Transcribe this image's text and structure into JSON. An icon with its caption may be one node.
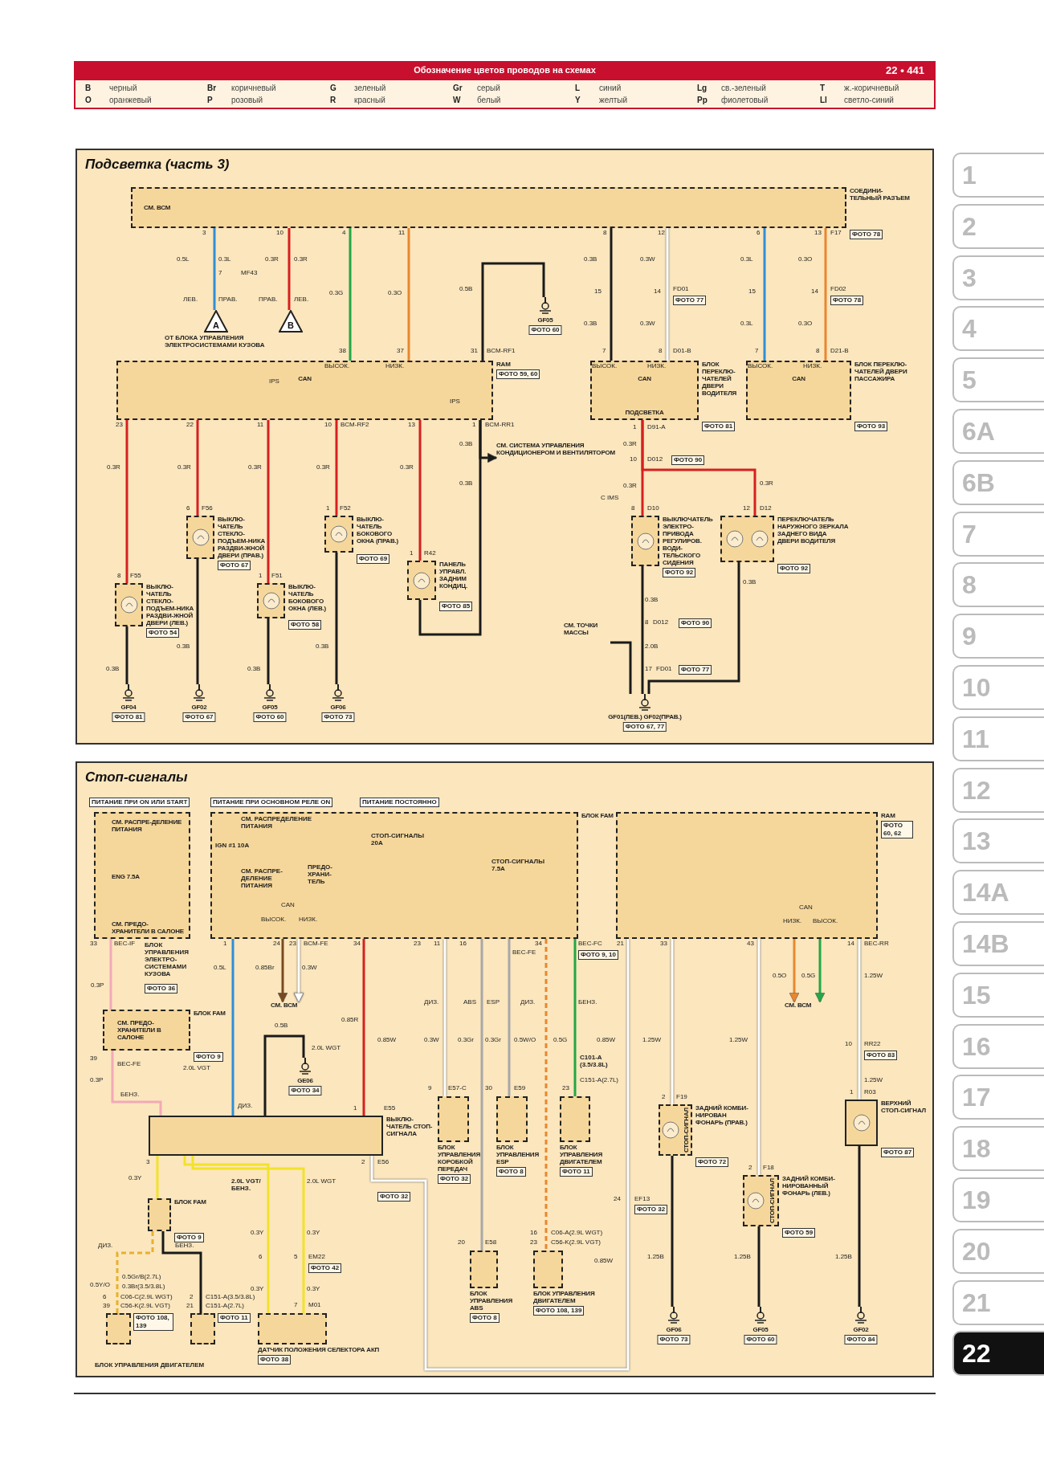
{
  "diagram": {
    "nodes": [
      {
        "text": [
          "Обозначение цветов проводов на схемах",
          "22 • 441"
        ]
      },
      {
        "text": [
          "Подсветка (часть 3)"
        ]
      },
      {
        "text": [
          "СМ. ВСМ",
          "СОЕДИНИ-ТЕЛЬНЫЙ РАЗЪЕМ"
        ],
        "beside": [
          "ФОТО 78"
        ],
        "in": 1
      },
      {
        "text": [
          "A"
        ],
        "in": 1
      },
      {
        "text": [
          "B"
        ],
        "in": 1
      },
      {
        "text": [
          "GF05"
        ],
        "beside": [
          "ФОТО 60"
        ],
        "in": 1
      },
      {
        "text": [
          "CAN",
          "RAM",
          "ФОТО 59, 60"
        ],
        "in": 1
      },
      {
        "text": [
          "CAN",
          "ПОДСВЕТКА",
          "БЛОК ПЕРЕКЛЮ-ЧАТЕЛЕЙ ДВЕРИ ВОДИТЕЛЯ"
        ],
        "beside": [
          "ФОТО 81"
        ],
        "in": 1
      },
      {
        "text": [
          "CAN",
          "БЛОК ПЕРЕКЛЮ-ЧАТЕЛЕЙ ДВЕРИ ПАССАЖИРА"
        ],
        "beside": [
          "ФОТО 93"
        ],
        "in": 1
      },
      {
        "text": [
          "СМ. СИСТЕМА УПРАВЛЕНИЯ КОНДИЦИОНЕРОМ И ВЕНТИЛЯТОРОМ"
        ],
        "in": 1
      },
      {
        "text": [
          "ВЫКЛЮ-ЧАТЕЛЬ СТЕКЛО-ПОДЪЕМ-НИКА РАЗДВИ-ЖНОЙ ДВЕРИ (ЛЕВ.)"
        ],
        "beside": [
          "ФОТО 54"
        ],
        "in": 1
      },
      {
        "text": [
          "ВЫКЛЮ-ЧАТЕЛЬ СТЕКЛО-ПОДЪЕМ-НИКА РАЗДВИ-ЖНОЙ ДВЕРИ (ПРАВ.)"
        ],
        "beside": [
          "ФОТО 67"
        ],
        "in": 1
      },
      {
        "text": [
          "ВЫКЛЮ-ЧАТЕЛЬ БОКОВОГО ОКНА (ЛЕВ.)"
        ],
        "beside": [
          "ФОТО 58"
        ],
        "in": 1
      },
      {
        "text": [
          "ВЫКЛЮ-ЧАТЕЛЬ БОКОВОГО ОКНА (ПРАВ.)"
        ],
        "beside": [
          "ФОТО 69"
        ],
        "in": 1
      },
      {
        "text": [
          "ПАНЕЛЬ УПРАВЛ. ЗАДНИМ КОНДИЦ."
        ],
        "beside": [
          "ФОТО 85"
        ],
        "in": 1
      },
      {
        "text": [
          "ВЫКЛЮЧАТЕЛЬ ЭЛЕКТРО-ПРИВОДА РЕГУЛИРОВ. ВОДИ-ТЕЛЬСКОГО СИДЕНИЯ"
        ],
        "beside": [
          "ФОТО 92"
        ],
        "in": 1
      },
      {
        "text": [
          "ПЕРЕКЛЮЧАТЕЛЬ НАРУЖНОГО ЗЕРКАЛА ЗАДНЕГО ВИДА ДВЕРИ ВОДИТЕЛЯ"
        ],
        "beside": [
          "ФОТО 92"
        ],
        "in": 1
      },
      {
        "text": [
          "СМ. ТОЧКИ МАССЫ"
        ],
        "in": 1
      },
      {
        "text": [
          "GF04"
        ],
        "beside": [
          "ФОТО 81"
        ],
        "in": 1
      },
      {
        "text": [
          "GF02"
        ],
        "beside": [
          "ФОТО 67"
        ],
        "in": 1
      },
      {
        "text": [
          "GF05"
        ],
        "beside": [
          "ФОТО 60"
        ],
        "in": 1
      },
      {
        "text": [
          "GF06"
        ],
        "beside": [
          "ФОТО 73"
        ],
        "in": 1
      },
      {
        "text": [
          "GF01(ЛЕВ.) GF02(ПРАВ.)"
        ],
        "beside": [
          "ФОТО 67, 77"
        ],
        "in": 1
      },
      {
        "text": [
          "Стоп-сигналы"
        ]
      },
      {
        "text": [
          "СМ. РАСПРЕ-ДЕЛЕНИЕ ПИТАНИЯ",
          "ENG 7.5A",
          "СМ. ПРЕДО-ХРАНИТЕЛИ В САЛОНЕ"
        ],
        "in": 23
      },
      {
        "text": [
          "БЛОК FAM"
        ],
        "in": 23
      },
      {
        "text": [
          "RAM",
          "ФОТО 60, 62"
        ],
        "in": 23
      },
      {
        "text": [
          "СМ. ПРЕДО-ХРАНИТЕЛИ В САЛОНЕ",
          "БЛОК FAM"
        ],
        "beside": [
          "ФОТО 9"
        ],
        "in": 23
      },
      {
        "text": [
          "СМ. ВСМ"
        ],
        "in": 23
      },
      {
        "text": [
          "СМ. ВСМ"
        ],
        "in": 23
      },
      {
        "text": [
          "GE06"
        ],
        "beside": [
          "ФОТО 34"
        ],
        "in": 23
      },
      {
        "text": [
          "ВЫКЛЮ-ЧАТЕЛЬ СТОП-СИГНАЛА"
        ],
        "in": 23
      },
      {
        "text": [
          "БЛОК УПРАВЛЕНИЯ КОРОБКОЙ ПЕРЕДАЧ",
          "ФОТО 32"
        ],
        "in": 23
      },
      {
        "text": [
          "БЛОК УПРАВЛЕНИЯ ESP",
          "ФОТО 8"
        ],
        "in": 23
      },
      {
        "text": [
          "БЛОК УПРАВЛЕНИЯ ДВИГАТЕЛЕМ",
          "ФОТО 11"
        ],
        "in": 23
      },
      {
        "text": [
          "СТОП-СИГНАЛ",
          "ЗАДНИЙ КОМБИ-НИРОВАН ФОНАРЬ (ПРАВ.)"
        ],
        "beside": [
          "ФОТО 72"
        ],
        "in": 23
      },
      {
        "text": [
          "ВЕРХНИЙ СТОП-СИГНАЛ"
        ],
        "beside": [
          "ФОТО 87"
        ],
        "in": 23
      },
      {
        "text": [
          "БЛОК FAM"
        ],
        "beside": [
          "ФОТО 9"
        ],
        "in": 23
      },
      {
        "text": [
          "СТОП-СИГНАЛ",
          "ЗАДНИЙ КОМБИ-НИРОВАННЫЙ ФОНАРЬ (ЛЕВ.)"
        ],
        "beside": [
          "ФОТО 59"
        ],
        "in": 23
      },
      {
        "text": [
          "БЛОК УПРАВЛЕНИЯ ABS",
          "ФОТО 8"
        ],
        "in": 23
      },
      {
        "text": [
          "БЛОК УПРАВЛЕНИЯ ДВИГАТЕЛЕМ"
        ],
        "beside": [
          "ФОТО 108, 139"
        ],
        "in": 23
      },
      {
        "text": [],
        "shape": "box",
        "beside": [
          "ФОТО 108, 139"
        ],
        "in": 23
      },
      {
        "text": [],
        "shape": "box",
        "beside": [
          "ФОТО 11"
        ],
        "in": 23
      },
      {
        "text": [
          "ДАТЧИК ПОЛОЖЕНИЯ СЕЛЕКТОРА АКП"
        ],
        "beside": [
          "ФОТО 38"
        ],
        "in": 23
      },
      {
        "text": [
          "GF06"
        ],
        "beside": [
          "ФОТО 73"
        ],
        "in": 23
      },
      {
        "text": [
          "GF05"
        ],
        "beside": [
          "ФОТО 60"
        ],
        "in": 23
      },
      {
        "text": [
          "GF02"
        ],
        "beside": [
          "ФОТО 84"
        ],
        "in": 23
      },
      {
        "text": [
          "1"
        ]
      },
      {
        "text": [
          "2"
        ]
      },
      {
        "text": [
          "3"
        ]
      },
      {
        "text": [
          "4"
        ]
      },
      {
        "text": [
          "5"
        ]
      },
      {
        "text": [
          "6A"
        ]
      },
      {
        "text": [
          "6B"
        ]
      },
      {
        "text": [
          "7"
        ]
      },
      {
        "text": [
          "8"
        ]
      },
      {
        "text": [
          "9"
        ]
      },
      {
        "text": [
          "10"
        ]
      },
      {
        "text": [
          "11"
        ]
      },
      {
        "text": [
          "12"
        ]
      },
      {
        "text": [
          "13"
        ]
      },
      {
        "text": [
          "14A"
        ]
      },
      {
        "text": [
          "14B"
        ]
      },
      {
        "text": [
          "15"
        ]
      },
      {
        "text": [
          "16"
        ]
      },
      {
        "text": [
          "17"
        ]
      },
      {
        "text": [
          "18"
        ]
      },
      {
        "text": [
          "19"
        ]
      },
      {
        "text": [
          "20"
        ]
      },
      {
        "text": [
          "21"
        ]
      },
      {
        "text": [
          "22"
        ]
      }
    ],
    "edges": [
      {
        "from": 2,
        "to": 3,
        "arrow": "none",
        "color": "#2e8fd6"
      },
      {
        "from": 2,
        "to": 4,
        "arrow": "none",
        "color": "#d62020"
      },
      {
        "from": 2,
        "to": 6,
        "arrow": "none",
        "color": "#22a845"
      },
      {
        "from": 2,
        "to": 6,
        "arrow": "none",
        "color": "#e8872e"
      },
      {
        "from": 6,
        "to": 5,
        "arrow": "none"
      },
      {
        "from": 2,
        "to": 7,
        "arrow": "none"
      },
      {
        "from": 2,
        "to": 7,
        "arrow": "none",
        "color": "#ffffff"
      },
      {
        "from": 2,
        "to": 8,
        "arrow": "none",
        "color": "#2e8fd6"
      },
      {
        "from": 2,
        "to": 8,
        "arrow": "none",
        "color": "#e8872e"
      },
      {
        "from": 6,
        "to": 10,
        "arrow": "none",
        "color": "#d62020"
      },
      {
        "from": 6,
        "to": 11,
        "arrow": "none",
        "color": "#d62020"
      },
      {
        "from": 6,
        "to": 12,
        "arrow": "none",
        "color": "#d62020"
      },
      {
        "from": 6,
        "to": 13,
        "arrow": "none",
        "color": "#d62020"
      },
      {
        "from": 6,
        "to": 14,
        "arrow": "none",
        "color": "#d62020"
      },
      {
        "from": 6,
        "to": 9,
        "arrow": "to"
      },
      {
        "from": 14,
        "to": 6,
        "arrow": "none"
      },
      {
        "from": 7,
        "to": 15,
        "arrow": "none",
        "color": "#d62020"
      },
      {
        "from": 7,
        "to": 16,
        "arrow": "none",
        "color": "#d62020"
      },
      {
        "from": 10,
        "to": 18,
        "arrow": "none"
      },
      {
        "from": 11,
        "to": 19,
        "arrow": "none"
      },
      {
        "from": 12,
        "to": 20,
        "arrow": "none"
      },
      {
        "from": 13,
        "to": 21,
        "arrow": "none"
      },
      {
        "from": 15,
        "to": 22,
        "arrow": "none"
      },
      {
        "from": 16,
        "to": 22,
        "arrow": "none"
      },
      {
        "from": 17,
        "to": 22,
        "arrow": "none"
      },
      {
        "from": 24,
        "to": 27,
        "arrow": "none",
        "color": "#f2a9b8"
      },
      {
        "from": 27,
        "to": 31,
        "arrow": "none",
        "color": "#f2a9b8"
      },
      {
        "from": 25,
        "to": 31,
        "arrow": "none",
        "color": "#2e8fd6"
      },
      {
        "from": 25,
        "to": 28,
        "arrow": "to",
        "color": "#7a4a1e"
      },
      {
        "from": 25,
        "to": 28,
        "arrow": "to",
        "color": "#ffffff"
      },
      {
        "from": 25,
        "to": 31,
        "arrow": "none",
        "color": "#d62020"
      },
      {
        "from": 31,
        "to": 30,
        "arrow": "none"
      },
      {
        "from": 25,
        "to": 32,
        "arrow": "none",
        "color": "#ffffff"
      },
      {
        "from": 25,
        "to": 39,
        "arrow": "none",
        "color": "#a8a8a8"
      },
      {
        "from": 25,
        "to": 33,
        "arrow": "none",
        "color": "#a8a8a8"
      },
      {
        "from": 25,
        "to": 40,
        "arrow": "none",
        "style": "dashed",
        "color": "#e8872e"
      },
      {
        "from": 25,
        "to": 34,
        "arrow": "none",
        "color": "#22a845"
      },
      {
        "from": 26,
        "to": 35,
        "arrow": "none",
        "color": "#ffffff"
      },
      {
        "from": 26,
        "to": 38,
        "arrow": "none",
        "color": "#ffffff"
      },
      {
        "from": 26,
        "to": 29,
        "arrow": "to",
        "color": "#e8872e"
      },
      {
        "from": 26,
        "to": 29,
        "arrow": "to",
        "color": "#22a845"
      },
      {
        "from": 26,
        "to": 36,
        "arrow": "none",
        "color": "#ffffff"
      },
      {
        "from": 31,
        "to": 37,
        "arrow": "none",
        "color": "#f2e22a"
      },
      {
        "from": 31,
        "to": 43,
        "arrow": "none",
        "color": "#f2e22a"
      },
      {
        "from": 31,
        "to": 43,
        "arrow": "none",
        "color": "#f2e22a"
      },
      {
        "from": 37,
        "to": 41,
        "arrow": "none",
        "style": "dashed",
        "color": "#e8b02e"
      },
      {
        "from": 37,
        "to": 42,
        "arrow": "none"
      },
      {
        "from": 31,
        "to": 26,
        "arrow": "none",
        "color": "#ffffff"
      },
      {
        "from": 35,
        "to": 44,
        "arrow": "none"
      },
      {
        "from": 38,
        "to": 45,
        "arrow": "none"
      },
      {
        "from": 36,
        "to": 46,
        "arrow": "none"
      }
    ],
    "labels": [
      "B",
      "черный",
      "Br",
      "коричневый",
      "G",
      "зеленый",
      "Gr",
      "серый",
      "L",
      "синий",
      "Lg",
      "св.-зеленый",
      "T",
      "ж.-коричневый",
      "O",
      "оранжевый",
      "P",
      "розовый",
      "R",
      "красный",
      "W",
      "белый",
      "Y",
      "желтый",
      "Pp",
      "фиолетовый",
      "Ll",
      "светло-синий",
      "3",
      "10",
      "4",
      "11",
      "8",
      "12",
      "6",
      "13",
      "F17",
      "0.5L",
      "0.3L",
      "7",
      "MF43",
      "0.3R",
      "0.3R",
      "ЛЕВ.",
      "ПРАВ.",
      "ПРАВ.",
      "ЛЕВ.",
      "ОТ БЛОКА УПРАВЛЕНИЯ ЭЛЕКТРОСИСТЕМАМИ КУЗОВА",
      "0.3G",
      "0.3O",
      "0.5B",
      "38",
      "37",
      "31",
      "BCM-RF1",
      "ВЫСОК.",
      "НИЗК.",
      "IPS",
      "IPS",
      "0.3B",
      "15",
      "0.3B",
      "7",
      "0.3W",
      "14",
      "FD01",
      "ФОТО 77",
      "0.3W",
      "8",
      "D01-B",
      "0.3L",
      "15",
      "0.3L",
      "7",
      "0.3O",
      "14",
      "FD02",
      "ФОТО 78",
      "0.3O",
      "8",
      "D21-B",
      "ВЫСОК.",
      "НИЗК.",
      "ВЫСОК.",
      "НИЗК.",
      "23",
      "22",
      "11",
      "10",
      "BCM-RF2",
      "13",
      "1",
      "BCM-RR1",
      "1",
      "D91-A",
      "0.3B",
      "0.3R",
      "10",
      "D012",
      "ФОТО 90",
      "0.3R",
      "0.3R",
      "0.3R",
      "0.3R",
      "0.3R",
      "0.3B",
      "0.3R",
      "0.3R",
      "C IMS",
      "6",
      "F56",
      "1",
      "F52",
      "8",
      "D10",
      "12",
      "D12",
      "1",
      "R42",
      "8",
      "F55",
      "1",
      "F51",
      "0.3B",
      "0.3B",
      "8",
      "D012",
      "ФОТО 90",
      "0.3B",
      "0.3B",
      "2.0B",
      "0.3B",
      "0.3B",
      "17",
      "FD01",
      "ФОТО 77",
      "ПИТАНИЕ ПРИ ON ИЛИ START",
      "ПИТАНИЕ ПРИ ОСНОВНОМ РЕЛЕ ON",
      "ПИТАНИЕ ПОСТОЯННО",
      "СМ. РАСПРЕДЕЛЕНИЕ ПИТАНИЯ",
      "IGN #1 10A",
      "СМ. РАСПРЕ-ДЕЛЕНИЕ ПИТАНИЯ",
      "СТОП-СИГНАЛЫ 20A",
      "ПРЕДО-ХРАНИ-ТЕЛЬ",
      "СТОП-СИГНАЛЫ 7.5A",
      "CAN",
      "ВЫСОК.",
      "НИЗК.",
      "33",
      "BEC-IF",
      "БЛОК УПРАВЛЕНИЯ ЭЛЕКТРО-СИСТЕМАМИ КУЗОВА",
      "ФОТО 36",
      "1",
      "24",
      "23",
      "BCM-FE",
      "34",
      "0.5L",
      "0.85Br",
      "0.3W",
      "0.85R",
      "23",
      "11",
      "16",
      "BEC-FE",
      "34",
      "BEC-FC",
      "ФОТО 9, 10",
      "ДИЗ.",
      "ABS",
      "ESP",
      "ДИЗ.",
      "БЕНЗ.",
      "0.85W",
      "0.3W",
      "0.3Gr",
      "0.3Gr",
      "0.5W/O",
      "0.5G",
      "9",
      "E57-C",
      "30",
      "E59",
      "C101-A (3.5/3.8L)",
      "23",
      "C151-A(2.7L)",
      "0.85W",
      "1.25W",
      "1.25W",
      "21",
      "33",
      "43",
      "14",
      "BEC-RR",
      "CAN",
      "НИЗК.",
      "ВЫСОК.",
      "0.5O",
      "0.5G",
      "1.25W",
      "10",
      "RR22",
      "ФОТО 83",
      "1.25W",
      "2",
      "F19",
      "1",
      "R03",
      "2",
      "F18",
      "24",
      "EF13",
      "ФОТО 32",
      "1.25B",
      "1.25B",
      "1.25B",
      "0.3P",
      "39",
      "BEC-FE",
      "0.3P",
      "БЕНЗ.",
      "ДИЗ.",
      "2.0L VGT",
      "2.0L WGT",
      "0.5B",
      "1",
      "E55",
      "2",
      "E56",
      "ФОТО 32",
      "3",
      "0.3Y",
      "2.0L VGT/ БЕНЗ.",
      "2.0L WGT",
      "0.3Y",
      "0.3Y",
      "6",
      "5",
      "EM22",
      "ФОТО 42",
      "0.3Y",
      "0.3Y",
      "7",
      "M01",
      "ДИЗ.",
      "БЕНЗ.",
      "0.5Gr/B(2.7L)",
      "0.5Y/O",
      "0.3Br(3.5/3.8L)",
      "6",
      "C06-C(2.9L WGT)",
      "2",
      "C151-A(3.5/3.8L)",
      "39",
      "C56-K(2.9L VGT)",
      "21",
      "C151-A(2.7L)",
      "БЛОК УПРАВЛЕНИЯ ДВИГАТЕЛЕМ",
      "20",
      "E58",
      "16",
      "C06-A(2.9L WGT)",
      "23",
      "C56-K(2.9L VGT)",
      "0.85W"
    ]
  }
}
